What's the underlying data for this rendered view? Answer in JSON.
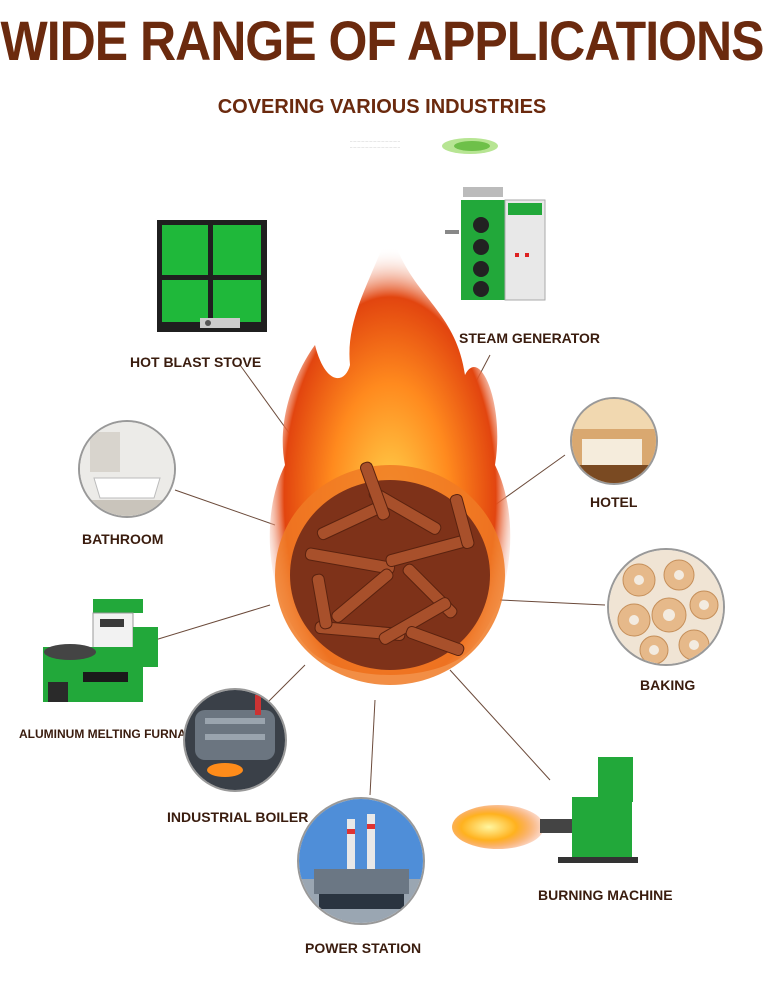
{
  "header": {
    "title": "WIDE RANGE OF APPLICATIONS",
    "subtitle": "COVERING VARIOUS INDUSTRIES"
  },
  "applications": {
    "hot_blast_stove": "HOT BLAST STOVE",
    "steam_generator": "STEAM GENERATOR",
    "bathroom": "BATHROOM",
    "hotel": "HOTEL",
    "aluminum_melting_furnace": "ALUMINUM MELTING FURNACE",
    "baking": "BAKING",
    "industrial_boiler": "INDUSTRIAL BOILER",
    "burning_machine": "BURNING MACHINE",
    "power_station": "POWER STATION"
  },
  "colors": {
    "title": "#6b2a0e",
    "machine_green": "#22a83a",
    "flame": "#f26a1b",
    "pellet": "#8b3a1e"
  }
}
